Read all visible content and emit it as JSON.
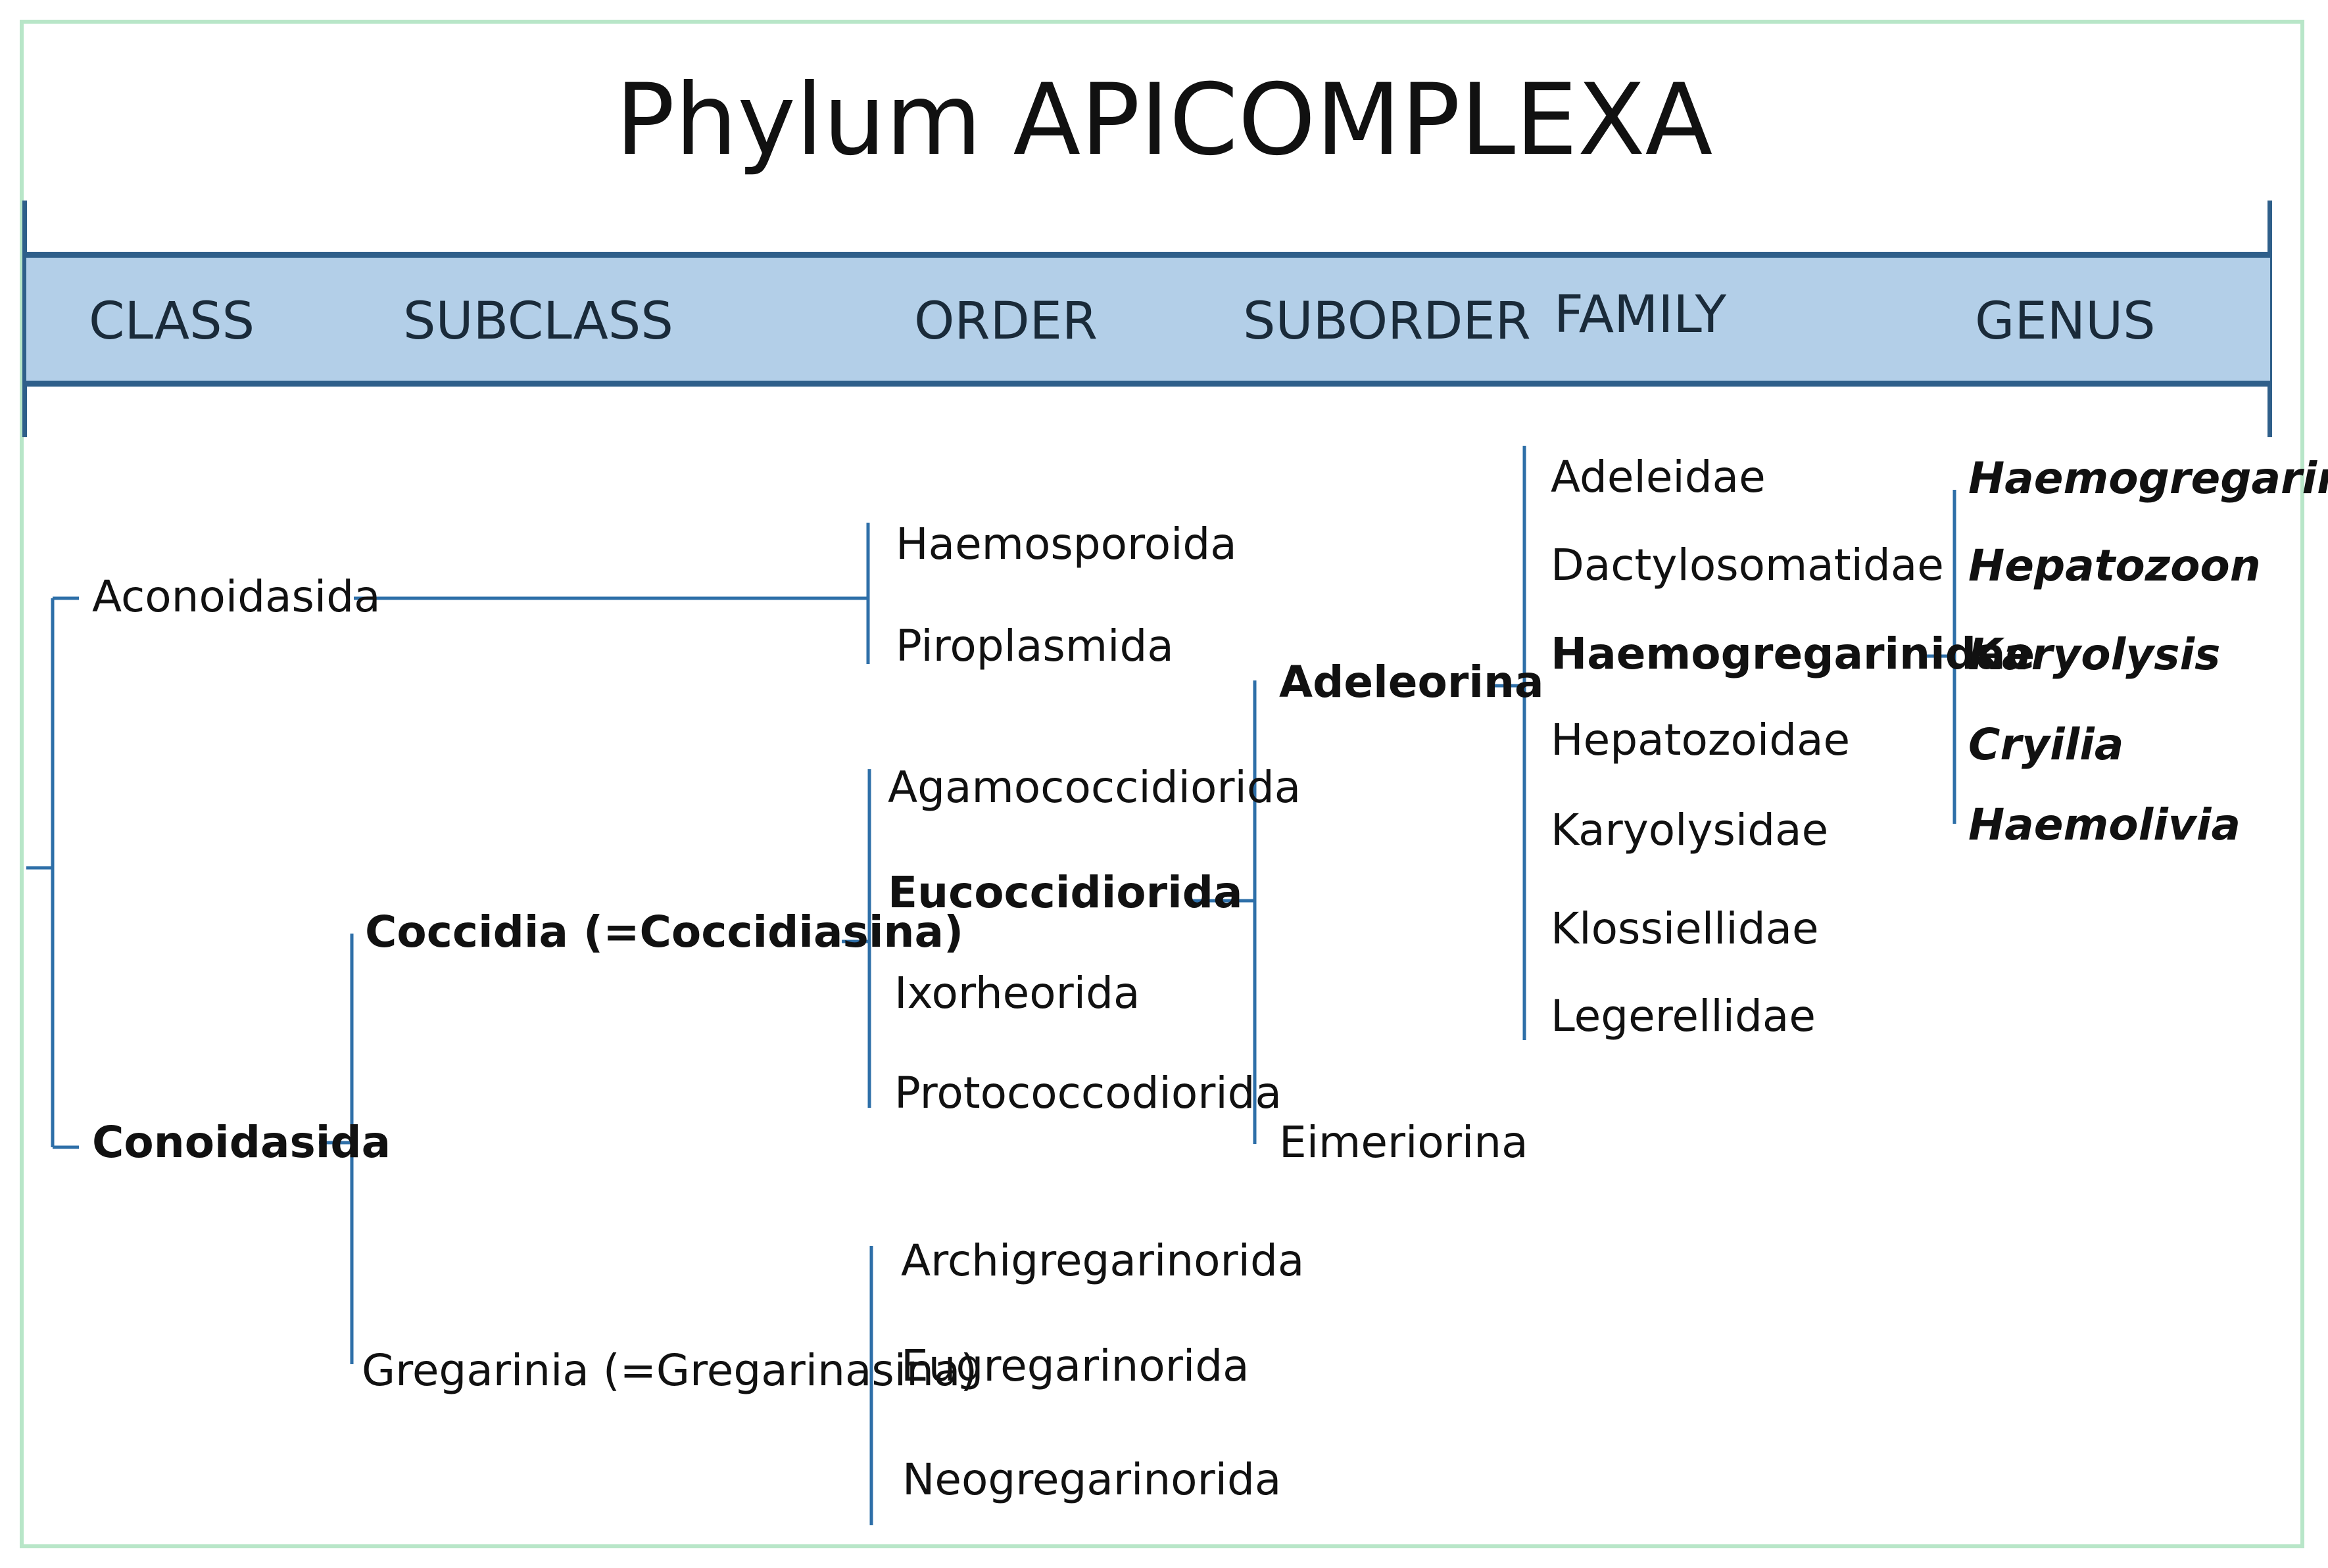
{
  "title": "Phylum APICOMPLEXA",
  "ranks": [
    "CLASS",
    "SUBCLASS",
    "ORDER",
    "SUBORDER",
    "FAMILY",
    "GENUS"
  ],
  "class": {
    "aconoidasida": "Aconoidasida",
    "conoidasida": "Conoidasida"
  },
  "subclass": {
    "coccidia": "Coccidia (=Coccidiasina)",
    "gregarinia": "Gregarinia (=Gregarinasina)"
  },
  "order": {
    "aconoidasida": [
      "Haemosporoida",
      "Piroplasmida"
    ],
    "coccidia": [
      "Agamococcidiorida",
      "Eucoccidiorida",
      "Ixorheorida",
      "Protococcodiorida"
    ],
    "gregarinia": [
      "Archigregarinorida",
      "Eugregarinorida",
      "Neogregarinorida"
    ]
  },
  "suborder": {
    "adeleorina": "Adeleorina",
    "eimeriorina": "Eimeriorina"
  },
  "family": [
    "Adeleidae",
    "Dactylosomatidae",
    "Haemogregarinidae",
    "Hepatozoidae",
    "Karyolysidae",
    "Klossiellidae",
    "Legerellidae"
  ],
  "genus": [
    "Haemogregarina",
    "Hepatozoon",
    "Karyolysis",
    "Cryilia",
    "Haemolivia"
  ],
  "colors": {
    "line": "#2e6fa8",
    "band": "#b3cfe8",
    "band_border": "#2f5f8a",
    "frame": "#b8e6c8"
  }
}
